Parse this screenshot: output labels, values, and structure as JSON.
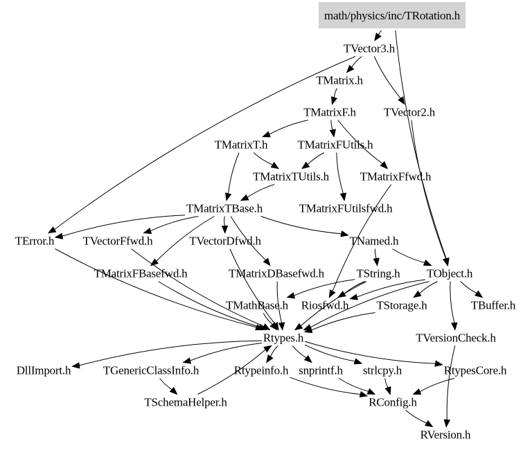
{
  "graph": {
    "title": "math/physics/inc/TRotation.h",
    "nodes": [
      {
        "id": "root",
        "label": "math/physics/inc/TRotation.h",
        "highlight": true
      },
      {
        "id": "tvector3",
        "label": "TVector3.h"
      },
      {
        "id": "tmatrix",
        "label": "TMatrix.h"
      },
      {
        "id": "tmatrixf",
        "label": "TMatrixF.h"
      },
      {
        "id": "tvector2",
        "label": "TVector2.h"
      },
      {
        "id": "tmatrixt",
        "label": "TMatrixT.h"
      },
      {
        "id": "tmatrixfutils",
        "label": "TMatrixFUtils.h"
      },
      {
        "id": "tmatrixtutils",
        "label": "TMatrixTUtils.h"
      },
      {
        "id": "tmatrixffwd",
        "label": "TMatrixFfwd.h"
      },
      {
        "id": "tmatrixtbase",
        "label": "TMatrixTBase.h"
      },
      {
        "id": "tmatrixfutilsfwd",
        "label": "TMatrixFUtilsfwd.h"
      },
      {
        "id": "terror",
        "label": "TError.h"
      },
      {
        "id": "tvectorffwd",
        "label": "TVectorFfwd.h"
      },
      {
        "id": "tvectordfwd",
        "label": "TVectorDfwd.h"
      },
      {
        "id": "tnamed",
        "label": "TNamed.h"
      },
      {
        "id": "tmatrixfbasefwd",
        "label": "TMatrixFBasefwd.h"
      },
      {
        "id": "tmatrixdbasefwd",
        "label": "TMatrixDBasefwd.h"
      },
      {
        "id": "tstring",
        "label": "TString.h"
      },
      {
        "id": "tobject",
        "label": "TObject.h"
      },
      {
        "id": "tmathbase",
        "label": "TMathBase.h"
      },
      {
        "id": "riosfwd",
        "label": "Riosfwd.h"
      },
      {
        "id": "tstorage",
        "label": "TStorage.h"
      },
      {
        "id": "tbuffer",
        "label": "TBuffer.h"
      },
      {
        "id": "rtypes",
        "label": "Rtypes.h"
      },
      {
        "id": "tversioncheck",
        "label": "TVersionCheck.h"
      },
      {
        "id": "dllimport",
        "label": "DllImport.h"
      },
      {
        "id": "tgenericclassinfo",
        "label": "TGenericClassInfo.h"
      },
      {
        "id": "rtypeinfo",
        "label": "Rtypeinfo.h"
      },
      {
        "id": "snprintf",
        "label": "snprintf.h"
      },
      {
        "id": "strlcpy",
        "label": "strlcpy.h"
      },
      {
        "id": "rtypescore",
        "label": "RtypesCore.h"
      },
      {
        "id": "tschemahelper",
        "label": "TSchemaHelper.h"
      },
      {
        "id": "rconfig",
        "label": "RConfig.h"
      },
      {
        "id": "rversion",
        "label": "RVersion.h"
      }
    ],
    "edges": [
      [
        "root",
        "tvector3"
      ],
      [
        "root",
        "tobject"
      ],
      [
        "tvector3",
        "tmatrix"
      ],
      [
        "tvector3",
        "tvector2"
      ],
      [
        "tvector3",
        "terror"
      ],
      [
        "tmatrix",
        "tmatrixf"
      ],
      [
        "tmatrixf",
        "tmatrixt"
      ],
      [
        "tmatrixf",
        "tmatrixfutils"
      ],
      [
        "tmatrixf",
        "tmatrixffwd"
      ],
      [
        "tvector2",
        "tobject"
      ],
      [
        "tmatrixt",
        "tmatrixtutils"
      ],
      [
        "tmatrixt",
        "tmatrixtbase"
      ],
      [
        "tmatrixfutils",
        "tmatrixtutils"
      ],
      [
        "tmatrixfutils",
        "tmatrixfutilsfwd"
      ],
      [
        "tmatrixtutils",
        "tmatrixtbase"
      ],
      [
        "tmatrixffwd",
        "riosfwd"
      ],
      [
        "tmatrixtbase",
        "terror"
      ],
      [
        "tmatrixtbase",
        "tvectorffwd"
      ],
      [
        "tmatrixtbase",
        "tvectordfwd"
      ],
      [
        "tmatrixtbase",
        "tmatrixfbasefwd"
      ],
      [
        "tmatrixtbase",
        "tmatrixdbasefwd"
      ],
      [
        "tmatrixtbase",
        "tnamed"
      ],
      [
        "terror",
        "rtypes"
      ],
      [
        "tvectorffwd",
        "rtypes"
      ],
      [
        "tvectordfwd",
        "rtypes"
      ],
      [
        "tmatrixfbasefwd",
        "rtypes"
      ],
      [
        "tmatrixdbasefwd",
        "rtypes"
      ],
      [
        "tnamed",
        "tstring"
      ],
      [
        "tnamed",
        "tobject"
      ],
      [
        "tstring",
        "rtypes"
      ],
      [
        "tstring",
        "riosfwd"
      ],
      [
        "tstring",
        "tmathbase"
      ],
      [
        "tobject",
        "riosfwd"
      ],
      [
        "tobject",
        "tstorage"
      ],
      [
        "tobject",
        "tbuffer"
      ],
      [
        "tobject",
        "tversioncheck"
      ],
      [
        "tobject",
        "rtypes"
      ],
      [
        "tmathbase",
        "rtypes"
      ],
      [
        "tstorage",
        "rtypes"
      ],
      [
        "rtypes",
        "dllimport"
      ],
      [
        "rtypes",
        "tgenericclassinfo"
      ],
      [
        "rtypes",
        "rtypeinfo"
      ],
      [
        "rtypes",
        "snprintf"
      ],
      [
        "rtypes",
        "strlcpy"
      ],
      [
        "rtypes",
        "rtypescore"
      ],
      [
        "tgenericclassinfo",
        "tschemahelper"
      ],
      [
        "tschemahelper",
        "rtypes"
      ],
      [
        "rtypeinfo",
        "rconfig"
      ],
      [
        "snprintf",
        "rconfig"
      ],
      [
        "strlcpy",
        "rconfig"
      ],
      [
        "rtypescore",
        "rconfig"
      ],
      [
        "rconfig",
        "rversion"
      ],
      [
        "tversioncheck",
        "rversion"
      ]
    ]
  }
}
